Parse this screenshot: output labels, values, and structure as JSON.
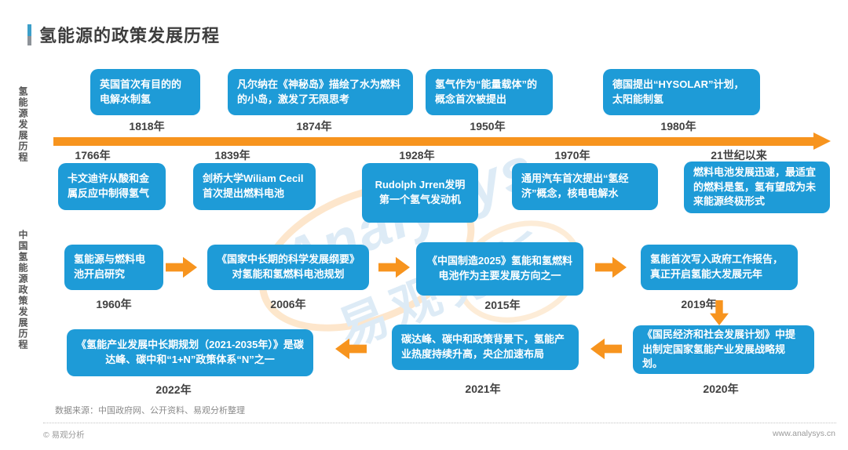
{
  "page": {
    "title": "氢能源的政策发展历程",
    "watermark": {
      "latin": "Analysys",
      "cn": "易观分析"
    },
    "footer": {
      "source": "数据来源：中国政府网、公开资料、易观分析整理",
      "copyright": "© 易观分析",
      "website": "www.analysys.cn"
    }
  },
  "colors": {
    "box_blue": "#1E9BD7",
    "arrow_orange": "#F7941E",
    "accent_blue": "#3C9FC9",
    "watermark_blue": "#BDD8EE"
  },
  "section1": {
    "label": "氢能源发展历程",
    "top_events": [
      {
        "text": "英国首次有目的的电解水制氢",
        "year": "1818年"
      },
      {
        "text": "凡尔纳在《神秘岛》描绘了水为燃料的小岛，激发了无限思考",
        "year": "1874年"
      },
      {
        "text": "氢气作为“能量载体”的概念首次被提出",
        "year": "1950年"
      },
      {
        "text": "德国提出“HYSOLAR”计划，太阳能制氢",
        "year": "1980年"
      }
    ],
    "bottom_events": [
      {
        "year": "1766年",
        "text": "卡文迪许从酸和金属反应中制得氢气"
      },
      {
        "year": "1839年",
        "text": "剑桥大学Wiliam Cecil首次提出燃料电池"
      },
      {
        "year": "1928年",
        "text": "Rudolph Jrren发明第一个氢气发动机"
      },
      {
        "year": "1970年",
        "text": "通用汽车首次提出“氢经济”概念，核电电解水"
      },
      {
        "year": "21世纪以来",
        "text": "燃料电池发展迅速，最适宜的燃料是氢，氢有望成为未来能源终极形式"
      }
    ]
  },
  "section2": {
    "label": "中国氢能源政策发展历程",
    "row1": [
      {
        "text": "氢能源与燃料电池开启研究",
        "year": "1960年"
      },
      {
        "text": "《国家中长期的科学发展纲要》对氢能和氢燃料电池规划",
        "year": "2006年"
      },
      {
        "text": "《中国制造2025》氢能和氢燃料电池作为主要发展方向之一",
        "year": "2015年"
      },
      {
        "text": "氢能首次写入政府工作报告，真正开启氢能大发展元年",
        "year": "2019年"
      }
    ],
    "row2": [
      {
        "text": "《氢能产业发展中长期规划（2021-2035年）》是碳达峰、碳中和“1+N”政策体系“N”之一",
        "year": "2022年"
      },
      {
        "text": "碳达峰、碳中和政策背景下，氢能产业热度持续升高，央企加速布局",
        "year": "2021年"
      },
      {
        "text": "《国民经济和社会发展计划》中提出制定国家氢能产业发展战略规划。",
        "year": "2020年"
      }
    ]
  }
}
